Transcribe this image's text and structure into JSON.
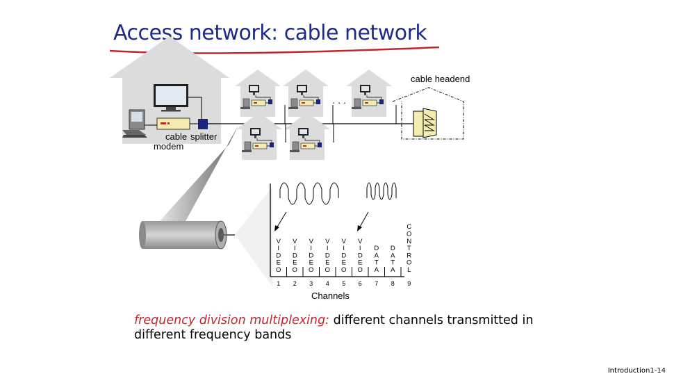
{
  "slide": {
    "title": "Access network: cable network",
    "footer": "Introduction1-14"
  },
  "labels": {
    "cable_modem_line1": "cable",
    "cable_modem_line2": "modem",
    "splitter": "splitter",
    "cable_headend": "cable headend",
    "ellipsis": "· · ·",
    "channels_axis": "Channels"
  },
  "channels": [
    {
      "number": "1",
      "letters": [
        "V",
        "I",
        "D",
        "E",
        "O"
      ]
    },
    {
      "number": "2",
      "letters": [
        "V",
        "I",
        "D",
        "E",
        "O"
      ]
    },
    {
      "number": "3",
      "letters": [
        "V",
        "I",
        "D",
        "E",
        "O"
      ]
    },
    {
      "number": "4",
      "letters": [
        "V",
        "I",
        "D",
        "E",
        "O"
      ]
    },
    {
      "number": "5",
      "letters": [
        "V",
        "I",
        "D",
        "E",
        "O"
      ]
    },
    {
      "number": "6",
      "letters": [
        "V",
        "I",
        "D",
        "E",
        "O"
      ]
    },
    {
      "number": "7",
      "letters": [
        "D",
        "A",
        "T",
        "A"
      ]
    },
    {
      "number": "8",
      "letters": [
        "D",
        "A",
        "T",
        "A"
      ]
    },
    {
      "number": "9",
      "letters": [
        "C",
        "O",
        "N",
        "T",
        "R",
        "O",
        "L"
      ]
    }
  ],
  "caption": {
    "emphasis": "frequency division multiplexing:",
    "rest": " different channels transmitted in different frequency bands"
  },
  "colors": {
    "title": "#1d2a8a",
    "underline": "#c0272d",
    "house": "#dcdcdc",
    "modem": "#f5ecb0",
    "splitter": "#1a237e"
  }
}
